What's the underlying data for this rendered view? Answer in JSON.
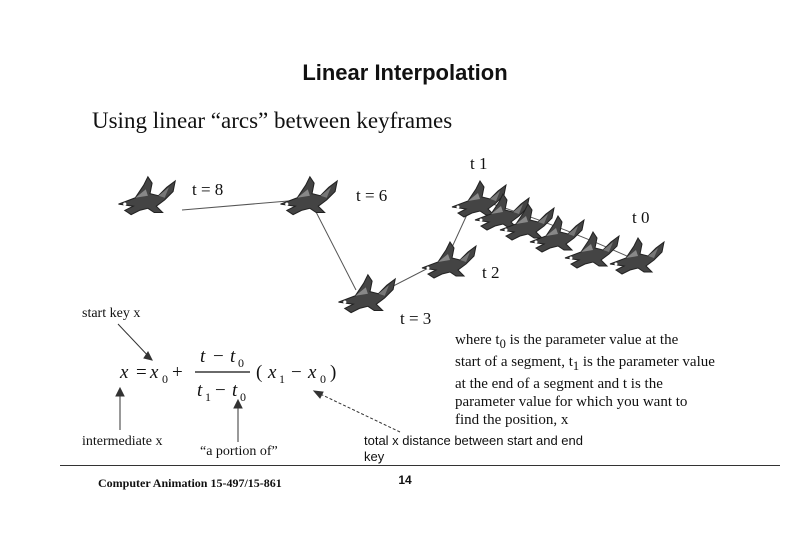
{
  "slide": {
    "title": "Linear Interpolation",
    "subtitle": "Using linear “arcs” between keyframes"
  },
  "keyframes": [
    {
      "label": "t = 8"
    },
    {
      "label": "t = 6"
    },
    {
      "label": "t = 3"
    },
    {
      "label": "t   2"
    },
    {
      "label": "t   1"
    },
    {
      "label": "t   0"
    }
  ],
  "annotations": {
    "start_key": "start key x",
    "intermediate": "intermediate x",
    "portion": "“a portion of”",
    "distance_line1": "total x distance between start and end",
    "distance_line2": "key"
  },
  "equation": {
    "lhs": "x",
    "x0": "x",
    "sub0": "0",
    "t": "t",
    "t1": "t",
    "sub1": "1",
    "paren_open": "(",
    "paren_close": ")",
    "x1": "x",
    "minus": "−",
    "plus": "+",
    "equals": "="
  },
  "explanation": [
    "where t",
    "0",
    " is the parameter value at the",
    "start of a segment, t",
    "1",
    " is the parameter value",
    "at the end of a segment and t is the",
    "parameter value for which you want to",
    "find the position, x"
  ],
  "footer": {
    "course": "Computer Animation 15-497/15-861",
    "page": "14"
  },
  "icons": {
    "bird": "eagle-icon"
  }
}
